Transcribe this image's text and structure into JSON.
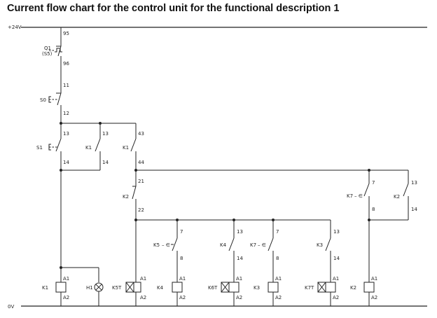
{
  "title": "Current flow chart for the control unit for the functional description 1",
  "rails": {
    "top": "+24V",
    "bottom": "0V"
  },
  "q1": {
    "name": "Q1",
    "sub": "(S5)",
    "t_top": "95",
    "t_bot": "96"
  },
  "s0": {
    "name": "S0",
    "t_top": "11",
    "t_bot": "12"
  },
  "s1": {
    "name": "S1",
    "t_top": "13",
    "t_bot": "14"
  },
  "k1a": {
    "name": "K1",
    "t_top": "13",
    "t_bot": "14"
  },
  "k1b": {
    "name": "K1",
    "t_top": "43",
    "t_bot": "44"
  },
  "k2nc": {
    "name": "K2",
    "t_top": "21",
    "t_bot": "22"
  },
  "k5c": {
    "name": "K5",
    "t_top": "7",
    "t_bot": "8"
  },
  "k4c": {
    "name": "K4",
    "t_top": "13",
    "t_bot": "14"
  },
  "k7c1": {
    "name": "K7",
    "t_top": "7",
    "t_bot": "8"
  },
  "k3c": {
    "name": "K3",
    "t_top": "13",
    "t_bot": "14"
  },
  "k7c2": {
    "name": "K7",
    "t_top": "7",
    "t_bot": "8"
  },
  "k2c": {
    "name": "K2",
    "t_top": "13",
    "t_bot": "14"
  },
  "coils": [
    {
      "name": "K1",
      "a1": "A1",
      "a2": "A2"
    },
    {
      "name": "H1"
    },
    {
      "name": "K5T",
      "a1": "A1",
      "a2": "A2"
    },
    {
      "name": "K4",
      "a1": "A1",
      "a2": "A2"
    },
    {
      "name": "K6T",
      "a1": "A1",
      "a2": "A2"
    },
    {
      "name": "K3",
      "a1": "A1",
      "a2": "A2"
    },
    {
      "name": "K7T",
      "a1": "A1",
      "a2": "A2"
    },
    {
      "name": "K2",
      "a1": "A1",
      "a2": "A2"
    }
  ]
}
